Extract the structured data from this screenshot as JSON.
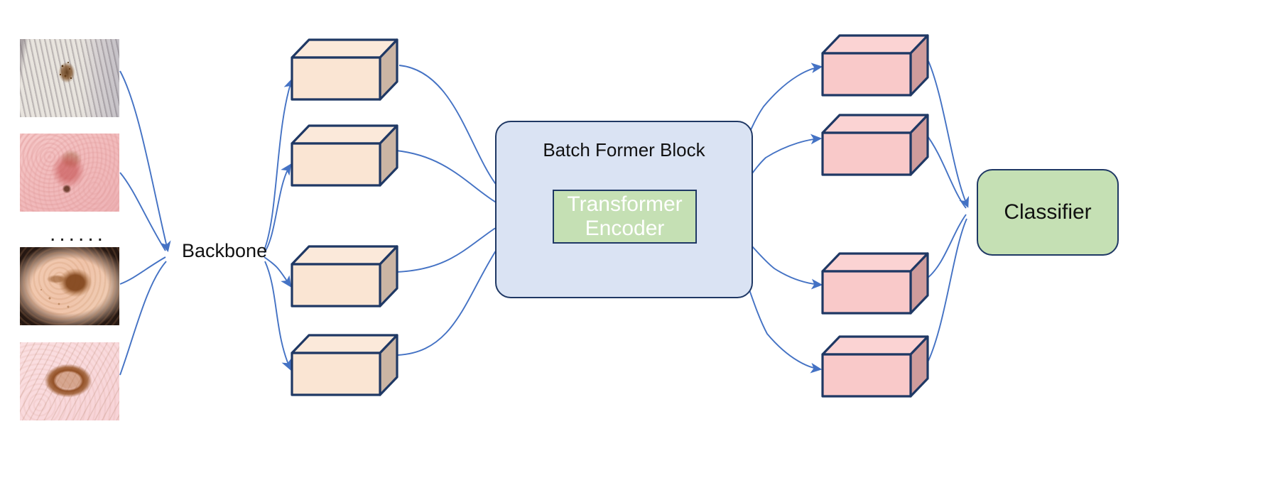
{
  "diagram": {
    "title": "Batch Former architecture for skin lesion classification",
    "background": "#ffffff",
    "colors": {
      "connector": "#4472c4",
      "outline": "#1f3864",
      "feature_box_face": "#fae5d3",
      "feature_box_top": "#fbe9da",
      "feature_box_side": "#cbb5a4",
      "output_box_face": "#f9c9c9",
      "output_box_top": "#fbd3d3",
      "output_box_side": "#cf9c9c",
      "batch_former_fill": "#dae3f3",
      "encoder_fill": "#c5e0b4",
      "classifier_fill": "#c5e0b4",
      "encoder_text": "#ffffff",
      "label_text": "#111111"
    }
  },
  "inputs": {
    "name": "dermoscopic-image-stack",
    "ellipsis": "......",
    "images": [
      {
        "id": "input-image-1",
        "alt": "dermoscopic nevus on pale skin with dark brown cluster and hairs"
      },
      {
        "id": "input-image-2",
        "alt": "dermoscopic pink lesion with reddish centre"
      },
      {
        "id": "input-image-3",
        "alt": "dermoscopic tan lesion with dark brown irregular centre"
      },
      {
        "id": "input-image-4",
        "alt": "dermoscopic brown ring lesion on pink skin"
      }
    ]
  },
  "backbone": {
    "label": "Backbone"
  },
  "feature_boxes": {
    "name": "backbone-feature-maps",
    "count": 4,
    "items": [
      {
        "id": "feature-box-1"
      },
      {
        "id": "feature-box-2"
      },
      {
        "id": "feature-box-3"
      },
      {
        "id": "feature-box-4"
      }
    ]
  },
  "batch_former": {
    "title": "Batch Former Block",
    "encoder_label": "Transformer\nEncoder",
    "encoder_line1": "Transformer",
    "encoder_line2": "Encoder"
  },
  "output_boxes": {
    "name": "batch-former-output-features",
    "count": 4,
    "items": [
      {
        "id": "output-box-1"
      },
      {
        "id": "output-box-2"
      },
      {
        "id": "output-box-3"
      },
      {
        "id": "output-box-4"
      }
    ]
  },
  "classifier": {
    "label": "Classifier"
  }
}
